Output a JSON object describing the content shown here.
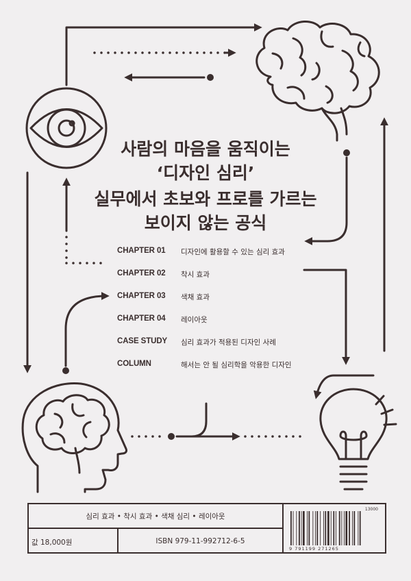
{
  "headline": {
    "line1": "사람의 마음을 움직이는",
    "line2": "‘디자인 심리’",
    "line3": "실무에서 초보와 프로를 가르는",
    "line4": "보이지 않는 공식"
  },
  "toc": [
    {
      "chapter": "CHAPTER 01",
      "title": "디자인에 활용할 수 있는 심리 효과"
    },
    {
      "chapter": "CHAPTER 02",
      "title": "착시 효과"
    },
    {
      "chapter": "CHAPTER 03",
      "title": "색채 효과"
    },
    {
      "chapter": "CHAPTER 04",
      "title": "레이아웃"
    },
    {
      "chapter": "CASE STUDY",
      "title": "심리 효과가 적용된 디자인 사례"
    },
    {
      "chapter": "COLUMN",
      "title": "해서는 안 될 심리학을 악용한 디자인"
    }
  ],
  "info_box": {
    "keywords": "심리 효과  •  착시 효과  •  색채 심리  •  레이아웃",
    "price": "값 18,000원",
    "isbn": "ISBN 979-11-992712-6-5",
    "barcode_price": "13000",
    "barcode_digits": "9 791199 271265"
  },
  "icons": [
    "eye-icon",
    "brain-icon",
    "head-brain-icon",
    "lightbulb-icon",
    "barcode"
  ],
  "colors": {
    "ink": "#3a2e2e",
    "background": "#f1eff0"
  }
}
